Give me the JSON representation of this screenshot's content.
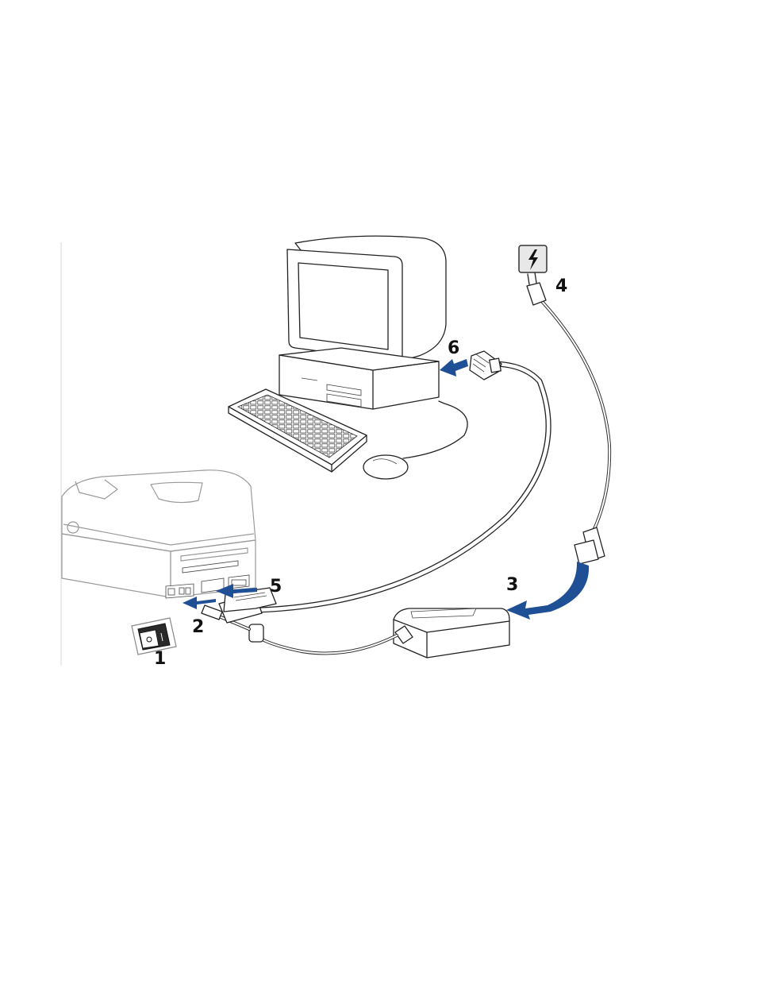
{
  "diagram": {
    "steps": [
      {
        "id": "1",
        "label": "1"
      },
      {
        "id": "2",
        "label": "2"
      },
      {
        "id": "3",
        "label": "3"
      },
      {
        "id": "4",
        "label": "4"
      },
      {
        "id": "5",
        "label": "5"
      },
      {
        "id": "6",
        "label": "6"
      }
    ],
    "icons": [
      "power-switch-icon",
      "electric-hazard-icon",
      "power-plug-icon",
      "power-adapter-icon",
      "parallel-connector-icon"
    ],
    "colors": {
      "arrow": "#1f4f95",
      "line": "#222222",
      "printer": "#9a9a9a",
      "background": "#ffffff"
    }
  }
}
